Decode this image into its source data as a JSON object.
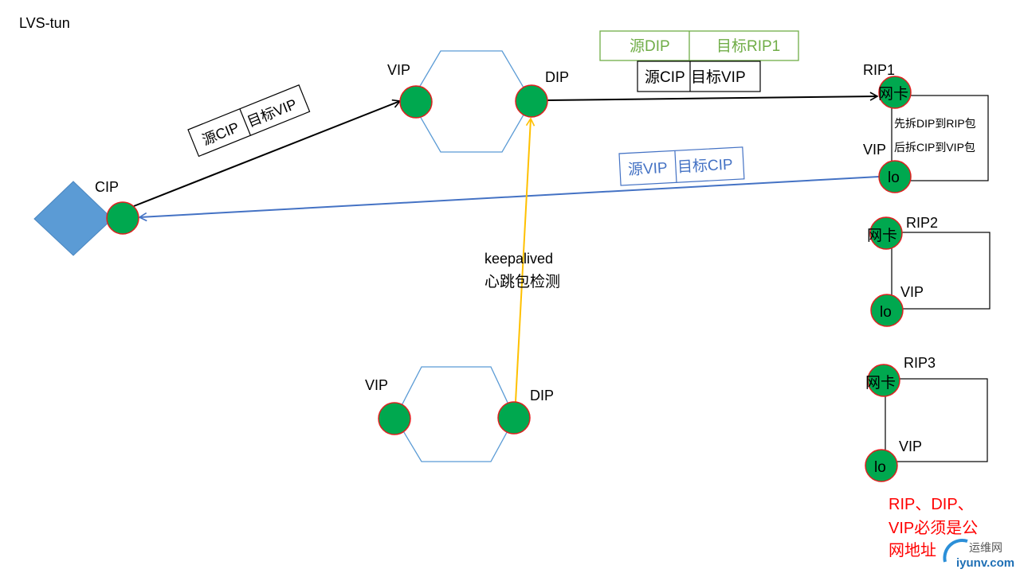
{
  "title": "LVS-tun",
  "colors": {
    "node_fill": "#00a84f",
    "node_stroke": "#e02020",
    "hexagon_stroke": "#5b9bd5",
    "client_fill": "#5b9bd5",
    "request_line": "#000000",
    "response_line": "#4472c4",
    "heartbeat_line": "#ffc000",
    "tunnel_header": "#70ad47",
    "note_red": "#ff0000"
  },
  "client": {
    "label": "CIP"
  },
  "director_primary": {
    "vip_label": "VIP",
    "dip_label": "DIP"
  },
  "director_backup": {
    "vip_label": "VIP",
    "dip_label": "DIP"
  },
  "packets": {
    "client_to_vip": {
      "src": "源CIP",
      "dst": "目标VIP"
    },
    "tunnel_outer": {
      "src": "源DIP",
      "dst": "目标RIP1"
    },
    "tunnel_inner": {
      "src": "源CIP",
      "dst": "目标VIP"
    },
    "response": {
      "src": "源VIP",
      "dst": "目标CIP"
    }
  },
  "heartbeat": {
    "line1": "keepalived",
    "line2": "心跳包检测"
  },
  "real_servers": [
    {
      "rip_label": "RIP1",
      "nic_label": "网卡",
      "vip_label": "VIP",
      "lo_label": "lo",
      "notes": [
        "先拆DIP到RIP包",
        "后拆CIP到VIP包"
      ]
    },
    {
      "rip_label": "RIP2",
      "nic_label": "网卡",
      "vip_label": "VIP",
      "lo_label": "lo",
      "notes": []
    },
    {
      "rip_label": "RIP3",
      "nic_label": "网卡",
      "vip_label": "VIP",
      "lo_label": "lo",
      "notes": []
    }
  ],
  "public_note": {
    "lines": [
      "RIP、DIP、",
      "VIP必须是公",
      "网地址"
    ]
  },
  "watermark": {
    "cn": "运维网",
    "domain": "iyunv.com"
  }
}
